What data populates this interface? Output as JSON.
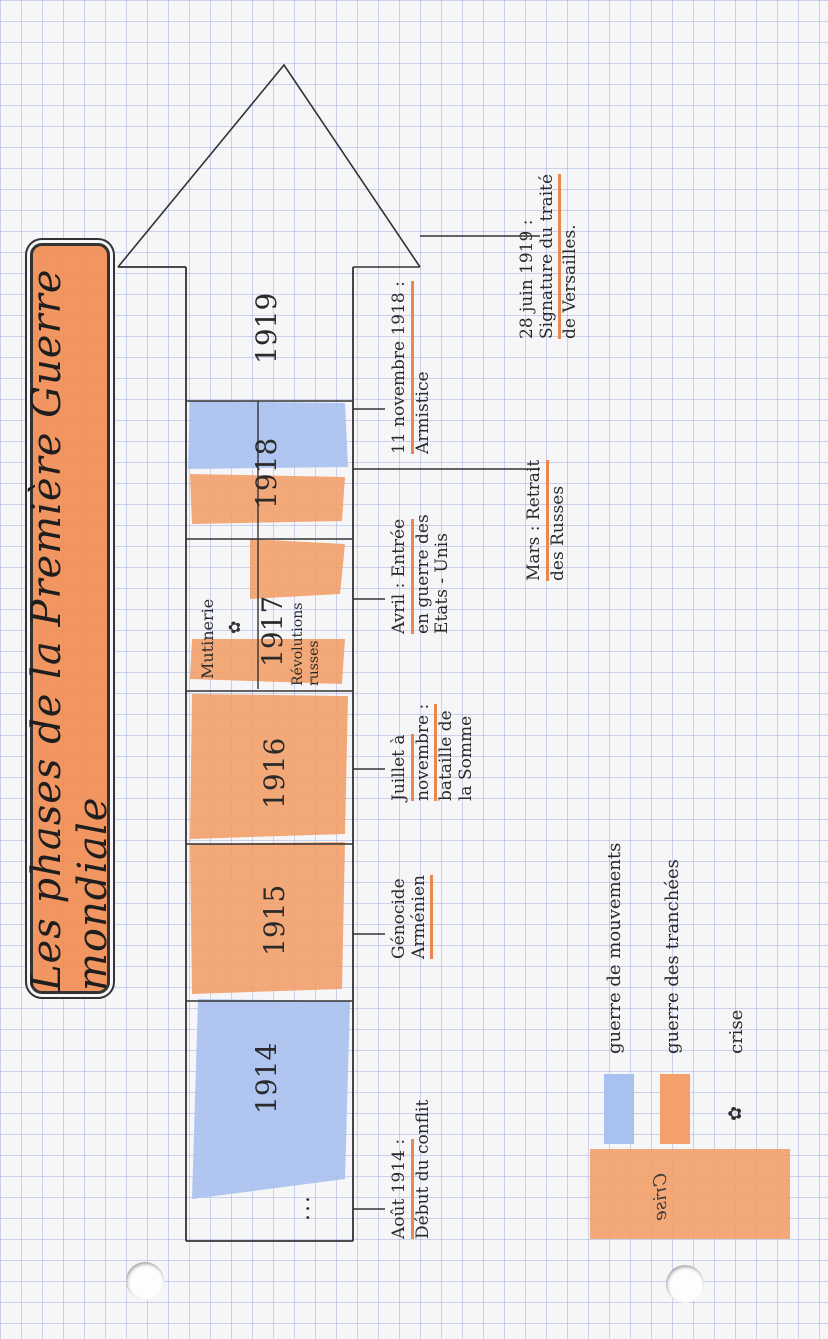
{
  "title": "Les phases de la Première Guerre mondiale",
  "years": [
    "1914",
    "1915",
    "1916",
    "1917",
    "1918",
    "1919"
  ],
  "year_1917_notes": {
    "mutinerie": "Mutinerie",
    "revolutions": "Révolutions russes"
  },
  "ellipsis": "...",
  "events_row1": {
    "e1914": {
      "date": "Août 1914 :",
      "text": "Début du conflit"
    },
    "e1915": {
      "line1": "Génocide",
      "line2": "Arménien"
    },
    "e1916": {
      "line1": "Juillet à",
      "line2": "novembre :",
      "line3": "bataille de",
      "line4": "la Somme"
    },
    "e1917": {
      "line1": "Avril : Entrée",
      "line2": "en guerre des",
      "line3": "Etats - Unis"
    },
    "e1918": {
      "date": "11 novembre 1918 :",
      "text": "Armistice"
    }
  },
  "events_row2": {
    "e1918": {
      "line1": "Mars : Retrait",
      "line2": "des Russes"
    },
    "e1919": {
      "date": "28 juin 1919 :",
      "line2": "Signature du traité",
      "line3": "de Versailles."
    }
  },
  "legend": {
    "mouvements": "guerre de mouvements",
    "tranchees": "guerre des tranchées",
    "crise": "crise",
    "crise_icon": "flower-icon",
    "color_mouvements": "#a9c1ee",
    "color_tranchees": "#f3a06b"
  },
  "mirror_text": "Crise"
}
